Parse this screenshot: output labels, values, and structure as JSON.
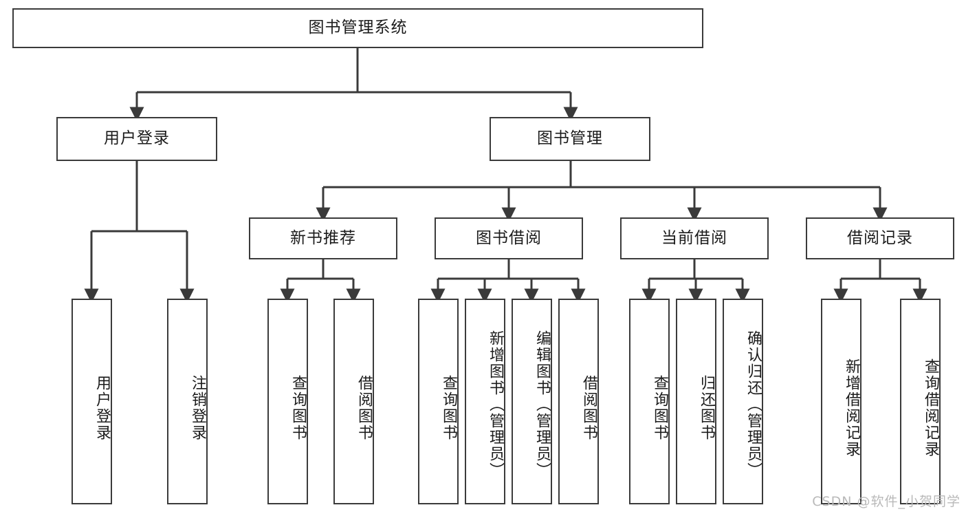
{
  "diagram": {
    "title": "图书管理系统",
    "type": "tree",
    "watermark": "CSDN @软件_小贺同学",
    "colors": {
      "stroke": "#3a3a3a",
      "fill": "#ffffff",
      "text": "#1b1b1b",
      "watermark": "#b9b9b9"
    },
    "levels": {
      "root": "图书管理系统",
      "level2": [
        "用户登录",
        "图书管理"
      ],
      "level3": [
        "新书推荐",
        "图书借阅",
        "当前借阅",
        "借阅记录"
      ]
    },
    "nodes": {
      "root": {
        "label": "图书管理系统"
      },
      "user_login": {
        "label": "用户登录"
      },
      "book_manage": {
        "label": "图书管理"
      },
      "new_book_rec": {
        "label": "新书推荐"
      },
      "book_borrow": {
        "label": "图书借阅"
      },
      "current_borrow": {
        "label": "当前借阅"
      },
      "borrow_record": {
        "label": "借阅记录"
      },
      "leaf_user_login": {
        "label": "用户登录"
      },
      "leaf_logout": {
        "label": "注销登录"
      },
      "leaf_query_book_1": {
        "label": "查询图书"
      },
      "leaf_borrow_book_1": {
        "label": "借阅图书"
      },
      "leaf_query_book_2": {
        "label": "查询图书"
      },
      "leaf_add_book": {
        "label": "新增图书（管理员）"
      },
      "leaf_edit_book": {
        "label": "编辑图书（管理员）"
      },
      "leaf_borrow_book_2": {
        "label": "借阅图书"
      },
      "leaf_query_book_3": {
        "label": "查询图书"
      },
      "leaf_return_book": {
        "label": "归还图书"
      },
      "leaf_confirm_return": {
        "label": "确认归还（管理员）"
      },
      "leaf_add_record": {
        "label": "新增借阅记录"
      },
      "leaf_query_record": {
        "label": "查询借阅记录"
      }
    }
  }
}
